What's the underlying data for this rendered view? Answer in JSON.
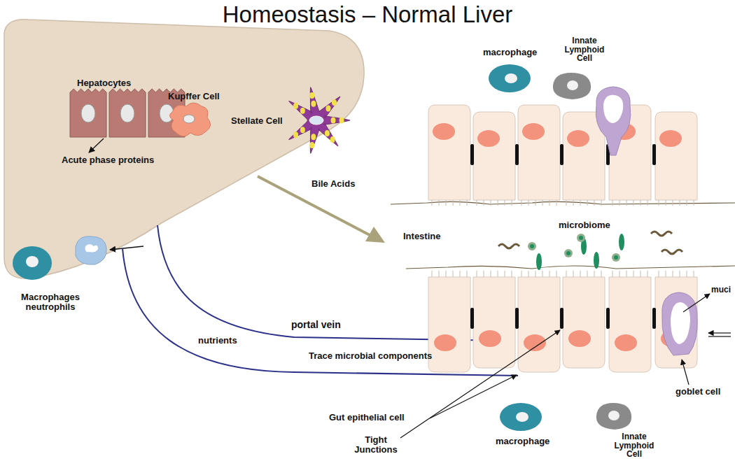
{
  "diagram": {
    "title": "Homeostasis – Normal Liver",
    "labels": [
      "Hepatocytes",
      "Kupffer Cell",
      "Stellate Cell",
      "Acute phase proteins",
      "macrophage",
      "Innate Lymphoid Cell",
      "Bile Acids",
      "Intestine",
      "microbiome",
      "Macrophages neutrophils",
      "portal vein",
      "nutrients",
      "Trace microbial components",
      "muci",
      "goblet cell",
      "Gut epithelial cell",
      "Tight Junctions",
      "macrophage",
      "Innate Lymphoid Cell"
    ]
  }
}
